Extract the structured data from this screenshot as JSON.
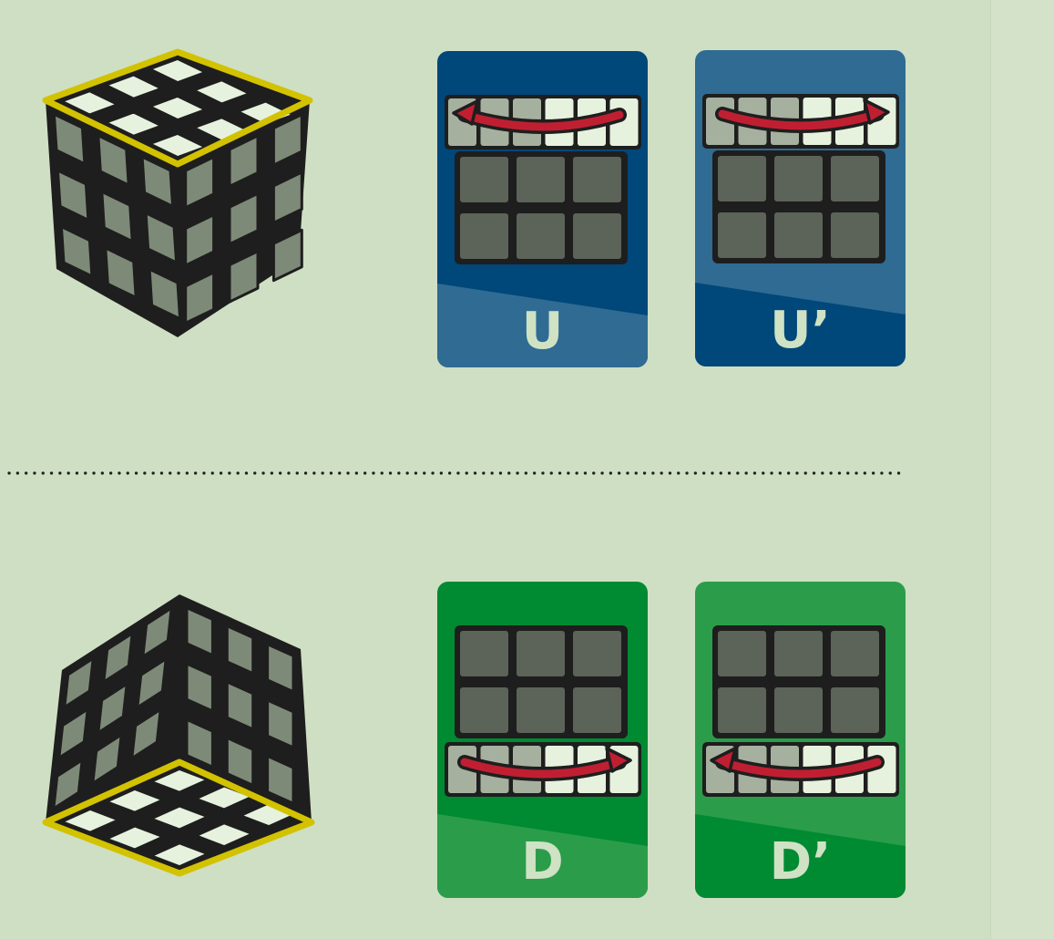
{
  "colors": {
    "background": "#cfdfc4",
    "cube_side": "#7e8a78",
    "cube_top": "#e6f2de",
    "highlight_ring": "#d2c200",
    "outline": "#1e1e1e",
    "arrow": "#c01f32",
    "tile_dark": "#5c6358",
    "tile_light": "#e6f2de",
    "tile_mid": "#a6b09f",
    "label_text": "#cfe2c4",
    "blue_dark": "#00477a",
    "blue_light": "#2f6b92",
    "green_dark": "#008a32",
    "green_light": "#2b9d4a"
  },
  "rows": [
    {
      "cube_icon": "cube-top-face-highlight-icon",
      "cards": [
        {
          "label": "U",
          "color": "blue",
          "arrow": "arrow-left-icon",
          "layer": "top"
        },
        {
          "label": "U’",
          "color": "blue",
          "arrow": "arrow-right-icon",
          "layer": "top"
        }
      ]
    },
    {
      "cube_icon": "cube-bottom-face-highlight-icon",
      "cards": [
        {
          "label": "D",
          "color": "green",
          "arrow": "arrow-right-icon",
          "layer": "bottom"
        },
        {
          "label": "D’",
          "color": "green",
          "arrow": "arrow-left-icon",
          "layer": "bottom"
        }
      ]
    }
  ],
  "divider": "dotted-separator"
}
